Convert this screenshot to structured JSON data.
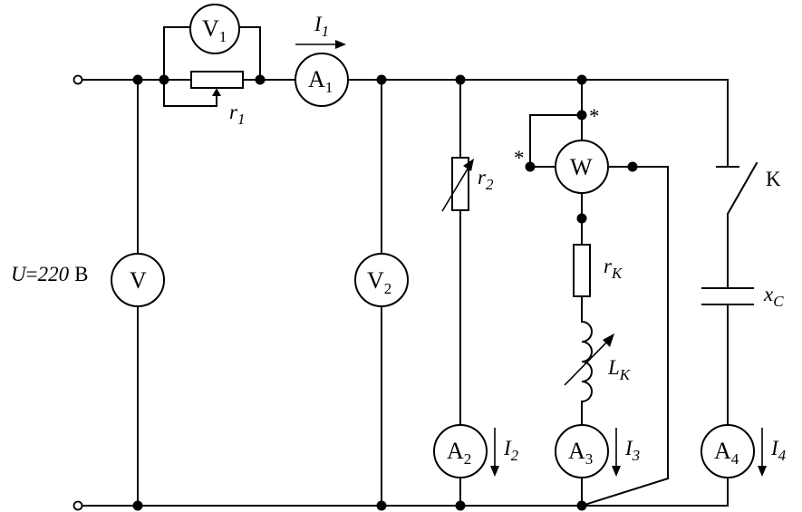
{
  "source": {
    "text": "U=220 В",
    "var": "U",
    "eq": "=",
    "value": "220",
    "unit": "В"
  },
  "meters": {
    "V": {
      "main": "V",
      "sub": ""
    },
    "V1": {
      "main": "V",
      "sub": "1"
    },
    "V2": {
      "main": "V",
      "sub": "2"
    },
    "A1": {
      "main": "A",
      "sub": "1"
    },
    "A2": {
      "main": "A",
      "sub": "2"
    },
    "A3": {
      "main": "A",
      "sub": "3"
    },
    "A4": {
      "main": "A",
      "sub": "4"
    },
    "W": {
      "main": "W",
      "sub": ""
    }
  },
  "components": {
    "r1": {
      "main": "r",
      "sub": "1"
    },
    "r2": {
      "main": "r",
      "sub": "2"
    },
    "rK": {
      "main": "r",
      "sub": "K"
    },
    "LK": {
      "main": "L",
      "sub": "K"
    },
    "xC": {
      "main": "x",
      "sub": "C"
    },
    "K": {
      "main": "K"
    }
  },
  "currents": {
    "I1": {
      "main": "I",
      "sub": "1"
    },
    "I2": {
      "main": "I",
      "sub": "2"
    },
    "I3": {
      "main": "I",
      "sub": "3"
    },
    "I4": {
      "main": "I",
      "sub": "4"
    }
  },
  "wattmeter_marks": {
    "current_coil": "*",
    "voltage_coil": "*"
  }
}
